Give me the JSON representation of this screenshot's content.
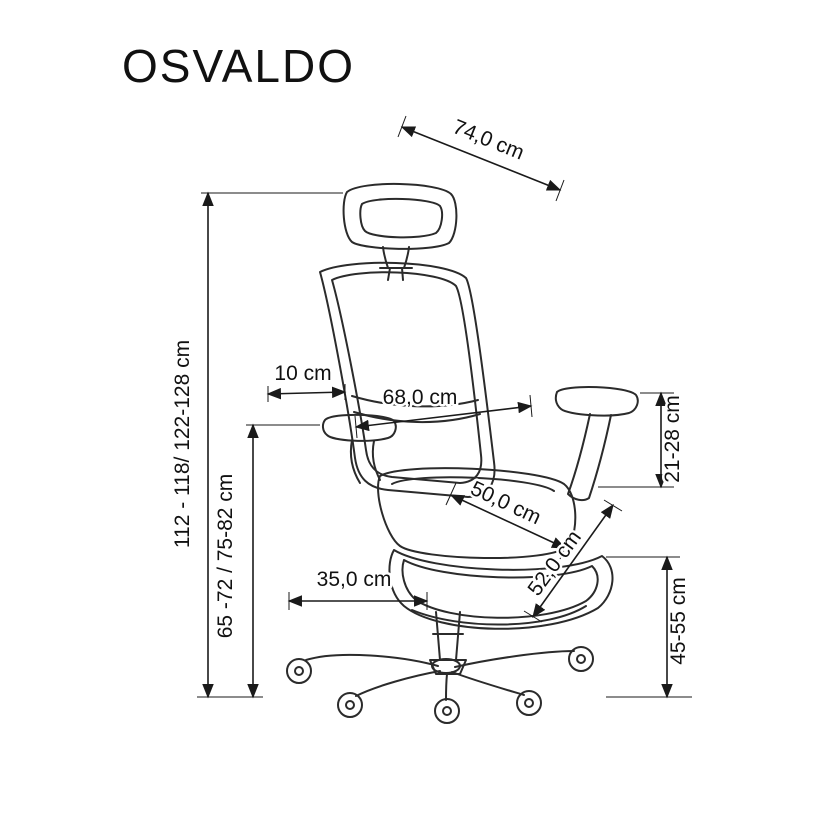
{
  "title": "OSVALDO",
  "dimensions": {
    "headrest_depth": "74,0 cm",
    "overall_height": "112 - 118/ 122-128 cm",
    "armrest_pad_width": "10 cm",
    "backrest_width": "68,0 cm",
    "armrest_height_range": "21-28 cm",
    "seat_height_range": "65 -72 / 75-82 cm",
    "seat_depth": "50,0 cm",
    "seat_width": "52,0 cm",
    "base_width": "35,0 cm",
    "footrest_height_range": "45-55 cm"
  },
  "colors": {
    "line": "#2b2b2b",
    "text": "#111111",
    "background": "#ffffff"
  }
}
